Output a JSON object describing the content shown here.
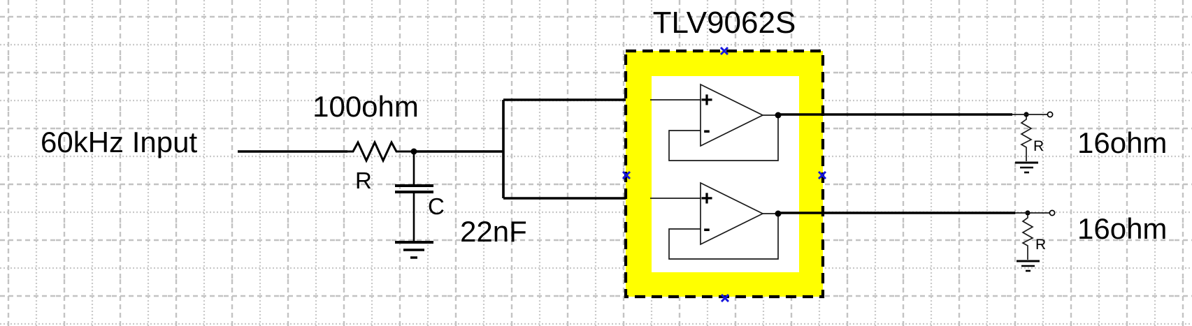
{
  "title": "TLV9062S",
  "input": {
    "label": "60kHz Input"
  },
  "filter": {
    "r_value": "100ohm",
    "r_ref": "R",
    "c_ref": "C",
    "c_value": "22nF"
  },
  "opamp1": {
    "noninverting": "+",
    "inverting": "-"
  },
  "opamp2": {
    "noninverting": "+",
    "inverting": "-"
  },
  "load1": {
    "ref": "R",
    "value": "16ohm"
  },
  "load2": {
    "ref": "R",
    "value": "16ohm"
  },
  "colors": {
    "highlight_fill": "#ffff00",
    "selection_handle": "#1515dd",
    "wire": "#000000",
    "grid_line": "#c3c3c3",
    "background": "#ffffff"
  }
}
